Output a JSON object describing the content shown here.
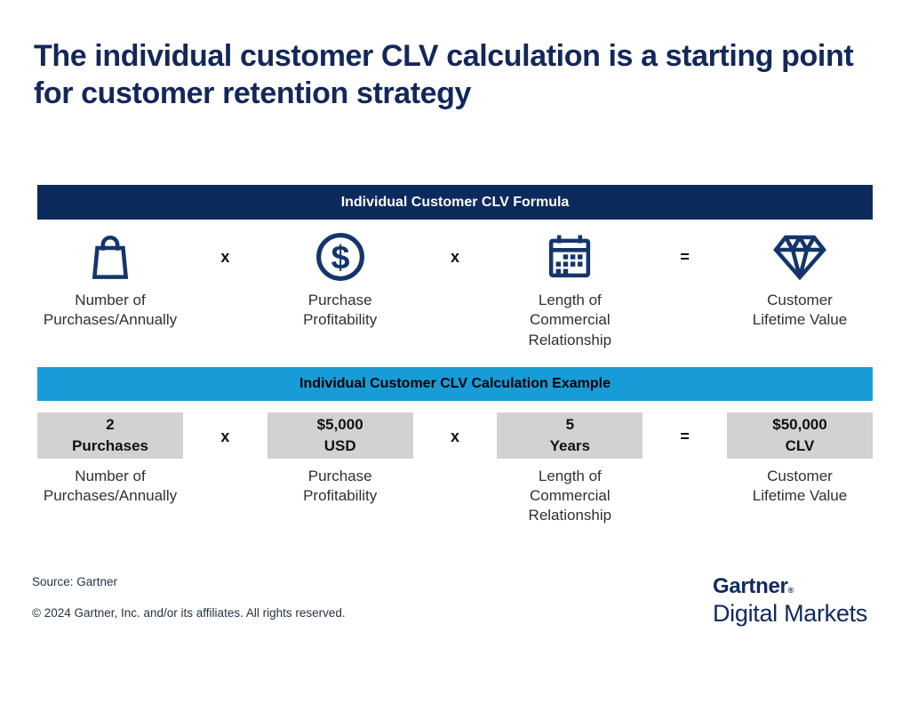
{
  "title": "The individual customer CLV calculation is a starting point for customer retention strategy",
  "colors": {
    "title_navy": "#13275a",
    "banner_navy": "#0d2a5c",
    "banner_blue": "#189cd8",
    "icon_navy": "#14356b",
    "value_box_gray": "#d2d2d2",
    "body_text": "#303030",
    "footer_text": "#243442",
    "logo_navy": "#112a60"
  },
  "formula_section": {
    "header": "Individual Customer CLV Formula",
    "operators": [
      "x",
      "x",
      "="
    ],
    "items": [
      {
        "icon": "shopping-bag-icon",
        "label": "Number of\nPurchases/Annually"
      },
      {
        "icon": "dollar-circle-icon",
        "label": "Purchase\nProfitability"
      },
      {
        "icon": "calendar-icon",
        "label": "Length of\nCommercial\nRelationship"
      },
      {
        "icon": "diamond-icon",
        "label": "Customer\nLifetime Value"
      }
    ]
  },
  "example_section": {
    "header": "Individual Customer CLV Calculation Example",
    "operators": [
      "x",
      "x",
      "="
    ],
    "items": [
      {
        "value": "2\nPurchases",
        "label": "Number of\nPurchases/Annually"
      },
      {
        "value": "$5,000\nUSD",
        "label": "Purchase\nProfitability"
      },
      {
        "value": "5\nYears",
        "label": "Length of\nCommercial\nRelationship"
      },
      {
        "value": "$50,000\nCLV",
        "label": "Customer\nLifetime Value"
      }
    ]
  },
  "footer": {
    "source": "Source: Gartner",
    "copyright": "© 2024 Gartner, Inc. and/or its affiliates. All rights reserved.",
    "logo": {
      "brand": "Gartner",
      "registered": "®",
      "sub": "Digital Markets"
    }
  }
}
